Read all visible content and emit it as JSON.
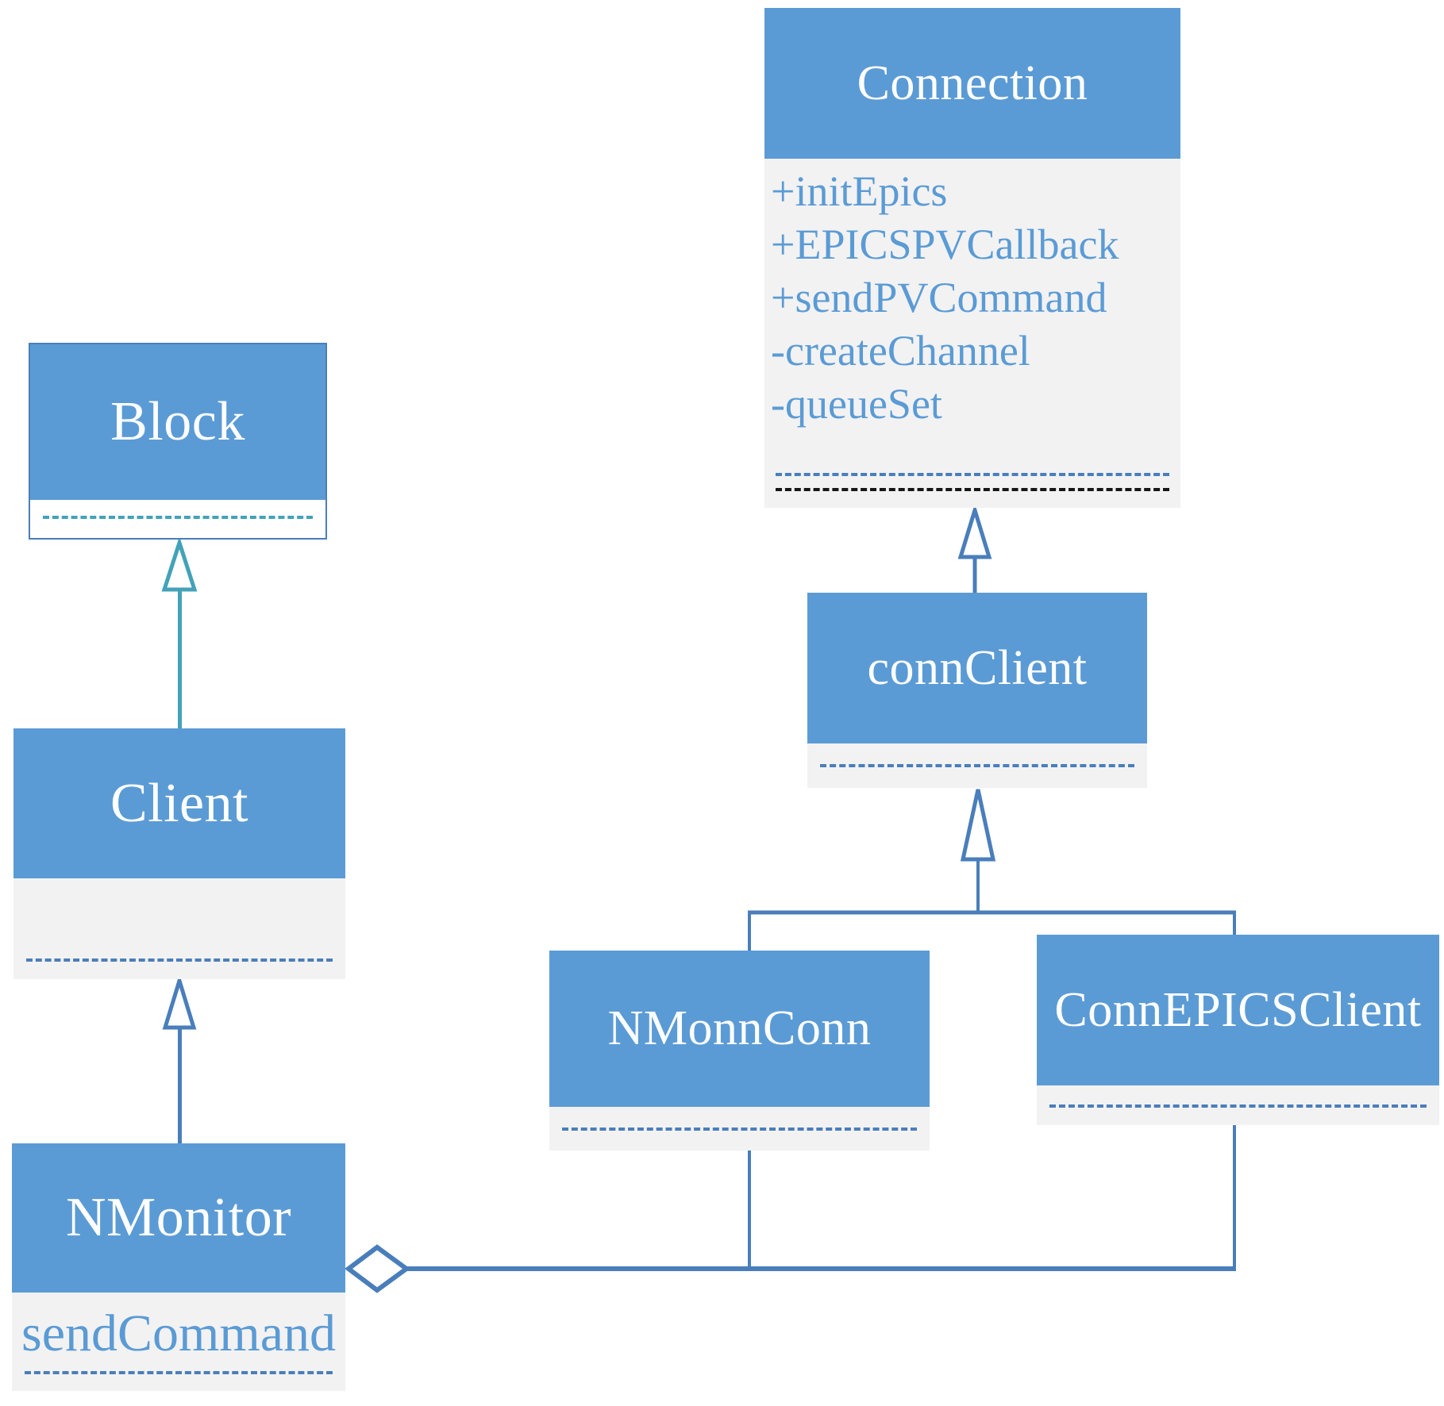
{
  "diagram": {
    "classes": [
      {
        "id": "block",
        "name": "Block",
        "members": []
      },
      {
        "id": "client",
        "name": "Client",
        "members": []
      },
      {
        "id": "nmonitor",
        "name": "NMonitor",
        "members": [
          "sendCommand"
        ]
      },
      {
        "id": "connection",
        "name": "Connection",
        "members": [
          "+initEpics",
          "+EPICSPVCallback",
          "+sendPVCommand",
          "-createChannel",
          "-queueSet"
        ]
      },
      {
        "id": "connclient",
        "name": "connClient",
        "members": []
      },
      {
        "id": "nmonnconn",
        "name": "NMonnConn",
        "members": []
      },
      {
        "id": "connepicsclient",
        "name": "ConnEPICSClient",
        "members": []
      }
    ],
    "relations": [
      {
        "type": "inheritance",
        "from": "Client",
        "to": "Block"
      },
      {
        "type": "inheritance",
        "from": "NMonitor",
        "to": "Client"
      },
      {
        "type": "inheritance",
        "from": "connClient",
        "to": "Connection"
      },
      {
        "type": "inheritance",
        "from": "NMonnConn",
        "to": "connClient"
      },
      {
        "type": "inheritance",
        "from": "ConnEPICSClient",
        "to": "connClient"
      },
      {
        "type": "aggregation",
        "from": "NMonnConn",
        "to": "NMonitor"
      },
      {
        "type": "aggregation",
        "from": "ConnEPICSClient",
        "to": "NMonitor"
      }
    ],
    "colors": {
      "header_fill": "#5b9bd5",
      "body_fill": "#f2f2f2",
      "white_body_fill": "#ffffff",
      "title_text": "#ffffff",
      "member_text": "#5b9bd5",
      "blue_connector": "#4a7ebb",
      "teal_connector": "#43a2b8",
      "black_divider": "#161616"
    }
  }
}
